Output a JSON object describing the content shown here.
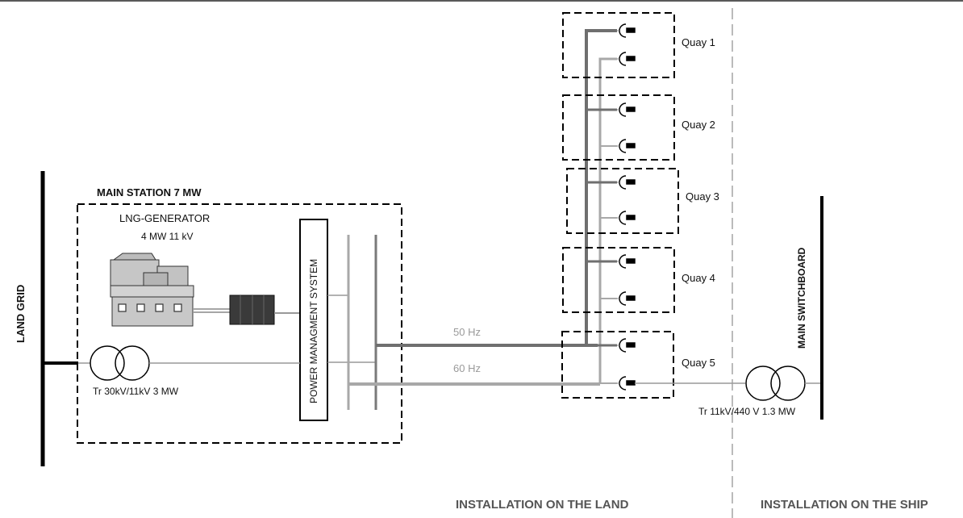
{
  "main_station": {
    "title": "MAIN STATION 7 MW",
    "generator_title": "LNG-GENERATOR",
    "generator_rating": "4 MW 11 kV",
    "pms_label": "POWER MANAGMENT SYSTEM",
    "transformer_label": "Tr 30kV/11kV 3 MW"
  },
  "land_grid_label": "LAND GRID",
  "frequencies": {
    "f50": "50 Hz",
    "f60": "60 Hz"
  },
  "quays": [
    "Quay 1",
    "Quay 2",
    "Quay 3",
    "Quay 4",
    "Quay 5"
  ],
  "ship": {
    "switchboard_label": "MAIN SWITCHBOARD",
    "transformer_label": "Tr 11kV/440 V 1.3 MW"
  },
  "footer": {
    "land": "INSTALLATION ON THE LAND",
    "ship": "INSTALLATION ON THE SHIP"
  },
  "colors": {
    "bus_50hz": "#6f6f6f",
    "bus_60hz": "#a8a8a8",
    "line": "#999999",
    "generator_body": "#c9c9c9",
    "converter": "#3a3a3a"
  }
}
